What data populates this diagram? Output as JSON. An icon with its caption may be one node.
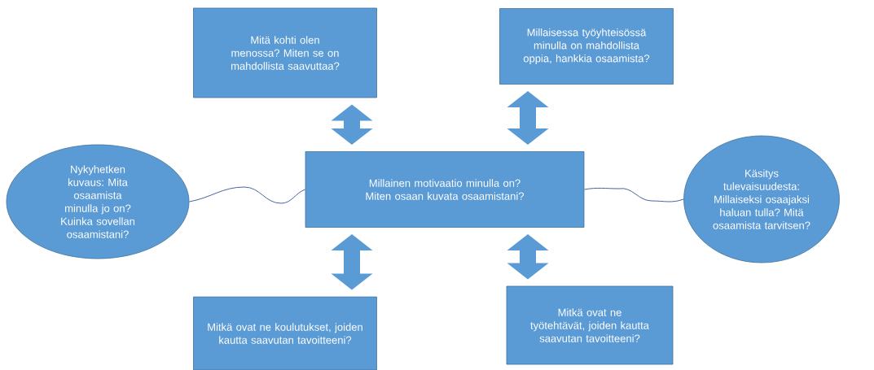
{
  "diagram": {
    "nodes": [
      {
        "text": [
          "Mitä kohti olen menossa? Miten se on mahdollista saavuttaa?"
        ]
      },
      {
        "text": [
          "Millaisessa työyhteisössä minulla on mahdollista oppia, hankkia osaamista?"
        ]
      },
      {
        "text": [
          "Nykyhetken kuvaus: Mita osaamista minulla jo on? Kuinka sovellan osaamistani?"
        ]
      },
      {
        "text": [
          "Millainen motivaatio minulla on? Miten osaan kuvata osaamistani?"
        ]
      },
      {
        "text": [
          "Käsitys tulevaisuudesta: Millaiseksi osaajaksi haluan tulla? Mitä osaamista tarvitsen?"
        ]
      },
      {
        "text": [
          "Mitkä ovat ne koulutukset, joiden kautta saavutan tavoitteeni?"
        ]
      },
      {
        "text": [
          "Mitkä ovat ne työtehtävät, joiden kautta saavutan tavoitteeni?"
        ]
      }
    ],
    "edges": [
      {
        "from": 0,
        "to": 3,
        "arrow": "both"
      },
      {
        "from": 1,
        "to": 3,
        "arrow": "both"
      },
      {
        "from": 2,
        "to": 3,
        "arrow": "none"
      },
      {
        "from": 3,
        "to": 4,
        "arrow": "none"
      },
      {
        "from": 3,
        "to": 5,
        "arrow": "both"
      },
      {
        "from": 3,
        "to": 6,
        "arrow": "both"
      }
    ]
  }
}
